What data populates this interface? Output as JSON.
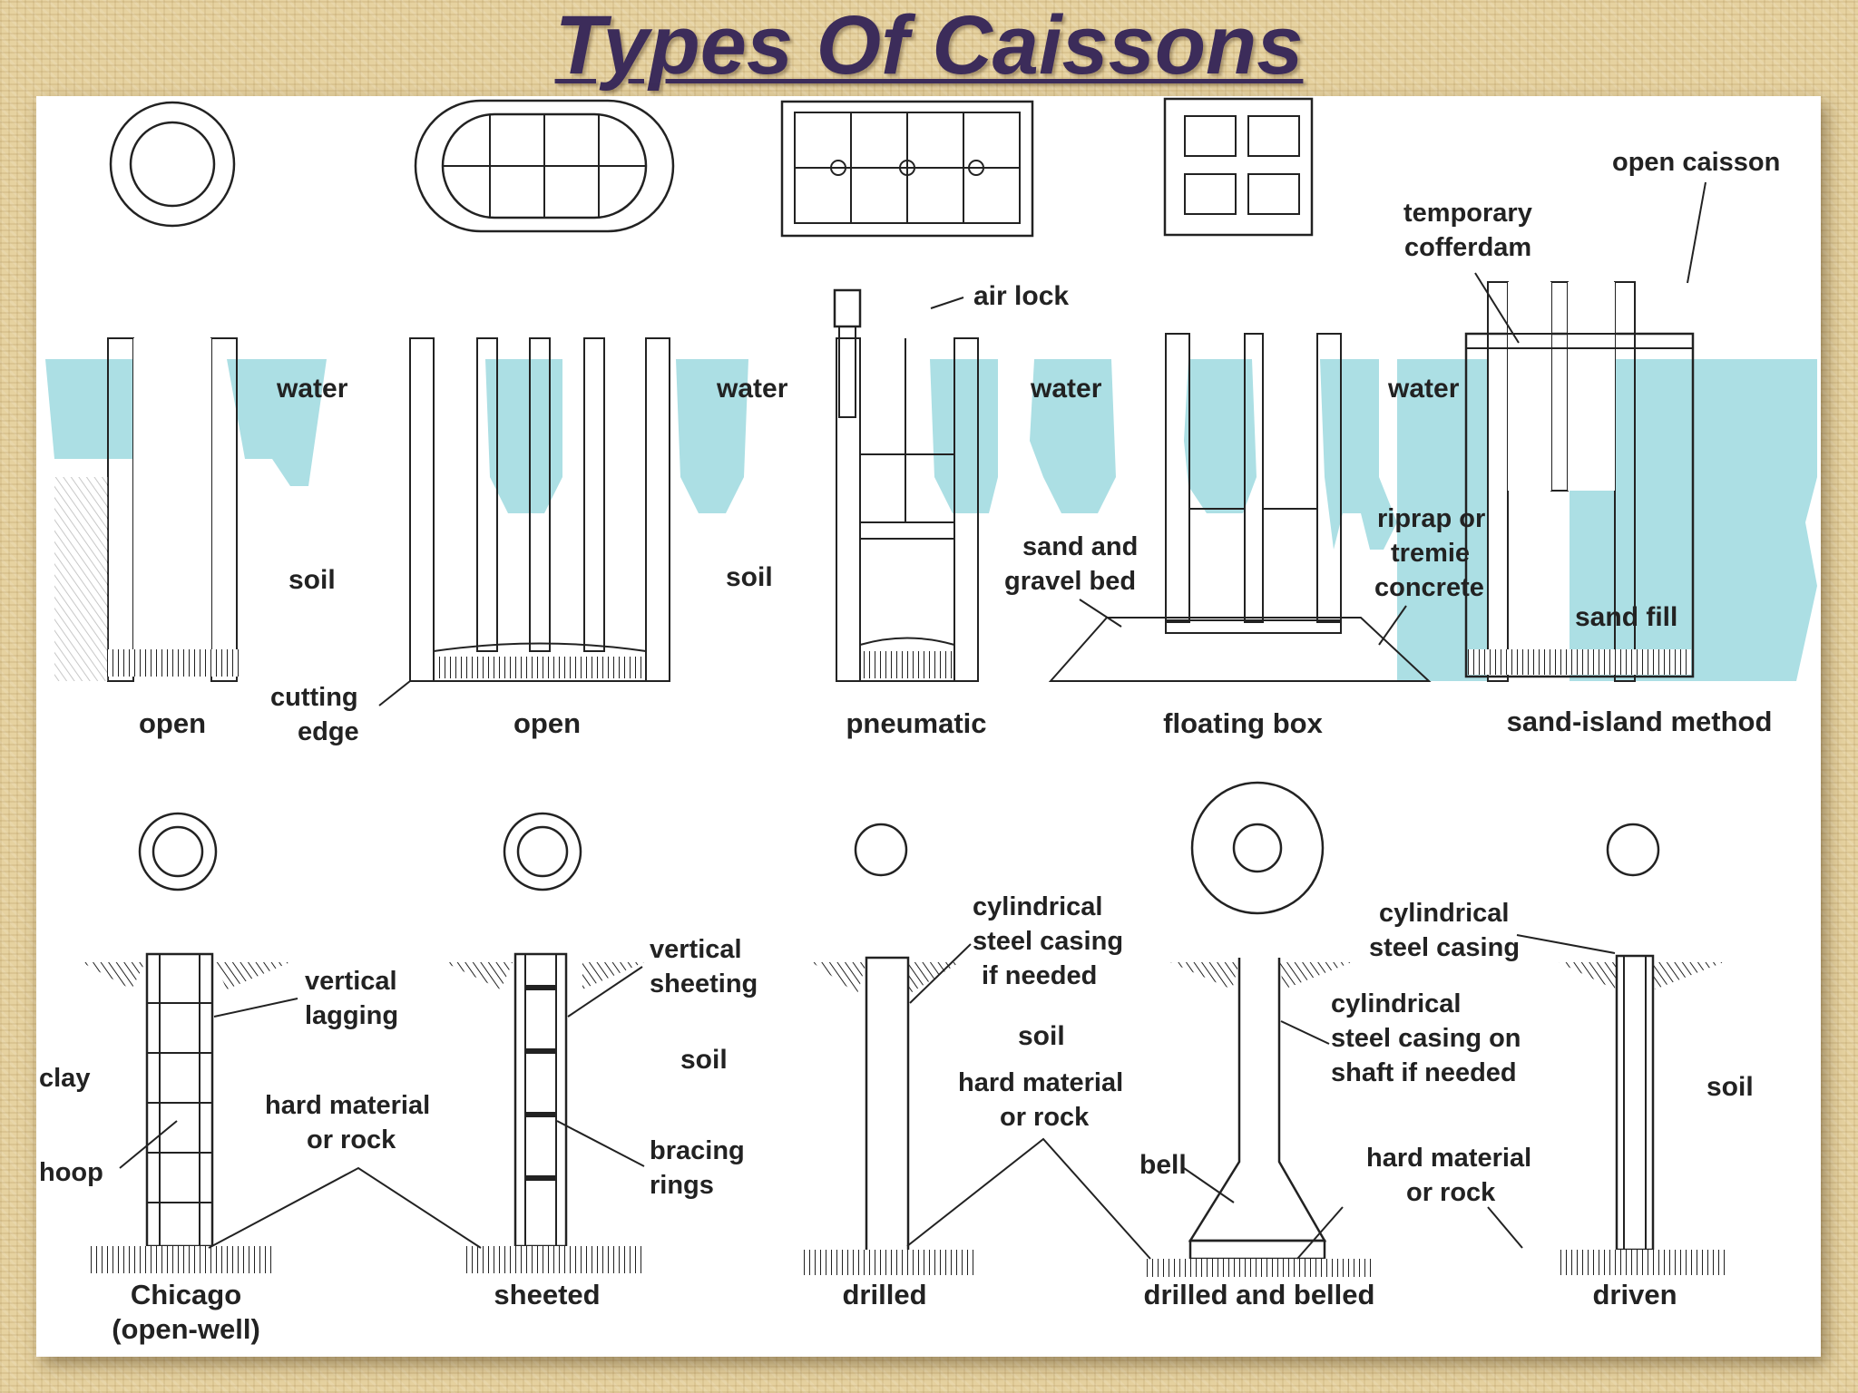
{
  "title": "Types Of Caissons",
  "colors": {
    "water": "#acdfe4",
    "panel": "#ffffff",
    "title": "#3c2c5a",
    "background": "#e6d2a0"
  },
  "top_row": {
    "water_labels": [
      "water",
      "water",
      "water",
      "water"
    ],
    "soil_labels": [
      "soil",
      "soil"
    ],
    "cutting_edge": [
      "cutting",
      "edge"
    ],
    "air_lock": "air lock",
    "sand_gravel": [
      "sand and",
      "gravel bed"
    ],
    "riprap": [
      "riprap or",
      "tremie",
      "concrete"
    ],
    "temporary_cofferdam": [
      "temporary",
      "cofferdam"
    ],
    "open_caisson": "open caisson",
    "sand_fill": "sand fill",
    "captions": [
      "open",
      "open",
      "pneumatic",
      "floating box",
      "sand-island method"
    ]
  },
  "bottom_row": {
    "clay": "clay",
    "hoop": "hoop",
    "vertical_lagging": [
      "vertical",
      "lagging"
    ],
    "hard_material_1": [
      "hard material",
      "or rock"
    ],
    "vertical_sheeting": [
      "vertical",
      "sheeting"
    ],
    "soil_1": "soil",
    "bracing_rings": [
      "bracing",
      "rings"
    ],
    "casing_if_needed": [
      "cylindrical",
      "steel casing",
      "if needed"
    ],
    "soil_2": "soil",
    "hard_material_2": [
      "hard material",
      "or rock"
    ],
    "casing_on_shaft": [
      "cylindrical",
      "steel casing on",
      "shaft if needed"
    ],
    "bell": "bell",
    "hard_material_3": [
      "hard material",
      "or rock"
    ],
    "driven_casing": [
      "cylindrical",
      "steel casing"
    ],
    "soil_3": "soil",
    "captions": [
      "Chicago",
      "(open-well)",
      "sheeted",
      "drilled",
      "drilled and belled",
      "driven"
    ]
  }
}
